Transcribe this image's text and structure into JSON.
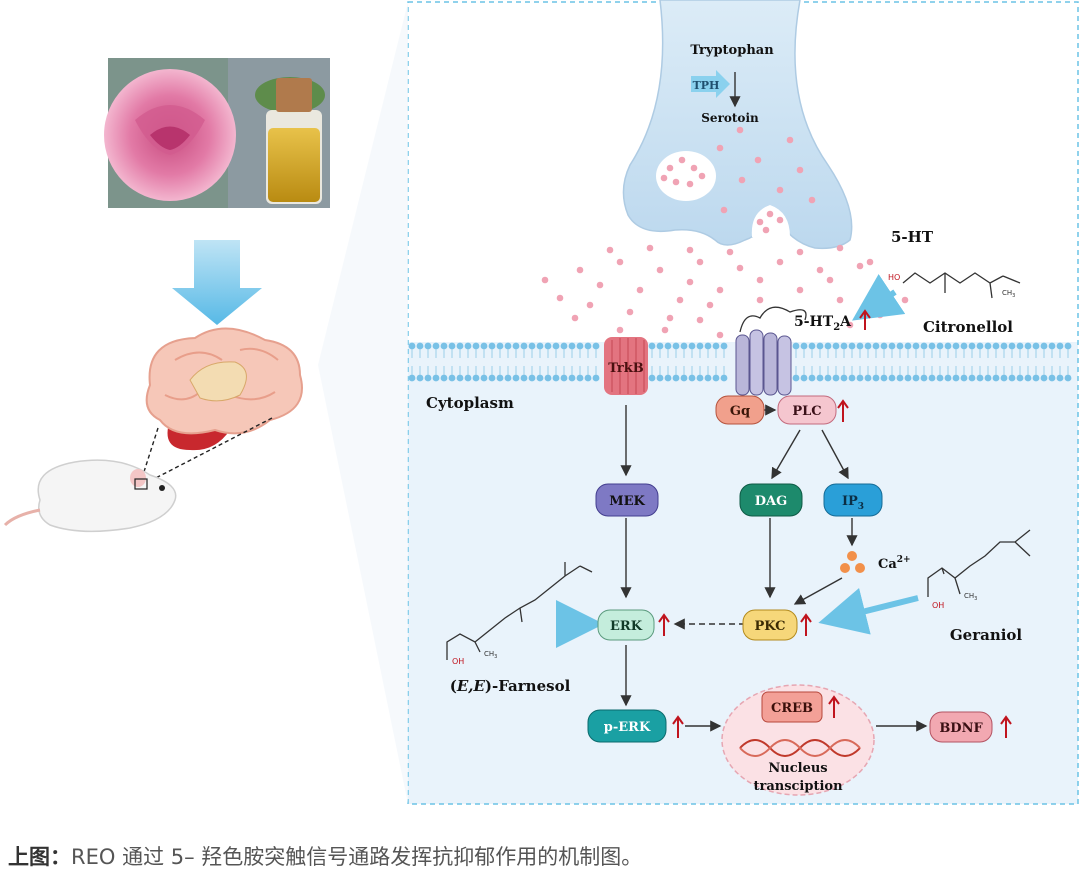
{
  "presynaptic": {
    "tryptophan": "Tryptophan",
    "tph": "TPH",
    "serotoin": "Serotoin"
  },
  "receptors": {
    "ht5": "5-HT",
    "ht2a_main": "5-HT",
    "ht2a_sub": "2",
    "ht2a_tail": "A",
    "trkb": "TrkB"
  },
  "compartment": {
    "cytoplasm": "Cytoplasm"
  },
  "nodes": {
    "gq": "Gq",
    "plc": "PLC",
    "mek": "MEK",
    "dag": "DAG",
    "ip3_main": "IP",
    "ip3_sub": "3",
    "ca_main": "Ca",
    "ca_sup": "2+",
    "erk": "ERK",
    "pkc": "PKC",
    "perk": "p-ERK",
    "creb": "CREB",
    "nucleus_line1": "Nucleus",
    "nucleus_line2": "transciption",
    "bdnf": "BDNF"
  },
  "compounds": {
    "citronellol": "Citronellol",
    "geraniol": "Geraniol",
    "farnesol_prefix": "(",
    "farnesol_italic": "E,E",
    "farnesol_suffix": ")-Farnesol",
    "ho": "HO",
    "oh": "OH",
    "ch3": "CH",
    "ch3_sub": "3"
  },
  "caption": {
    "prefix": "上图：",
    "text": "REO 通过 5– 羟色胺突触信号通路发挥抗抑郁作用的机制图。"
  },
  "colors": {
    "panel_bg": "#e9f3fb",
    "dash_border": "#6cc3e6",
    "arrow_up": "#c0141e",
    "pink_dot": "#f0a3b4"
  }
}
